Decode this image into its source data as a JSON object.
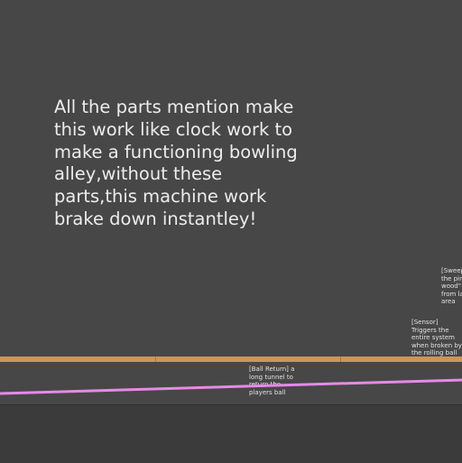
{
  "slide": {
    "main_text": "All the parts mention make\nthis work like clock work to\nmake a functioning bowling\nalley,without these\nparts,this machine work\nbrake down instantley!"
  },
  "annotations": {
    "sweep": "[Sweep\nthe pin\nwood\" b\nfrom la\narea",
    "sensor": "[Sensor]\nTriggers the\nentire system\nwhen broken by\nthe rolling ball",
    "ball_return": "[Ball Return] a\nlong tunnel to\nreturn the\nplayers ball"
  },
  "colors": {
    "background": "#474747",
    "lane": "#c9965c",
    "ball_return_line": "#e58ae8",
    "text": "#ececec"
  }
}
